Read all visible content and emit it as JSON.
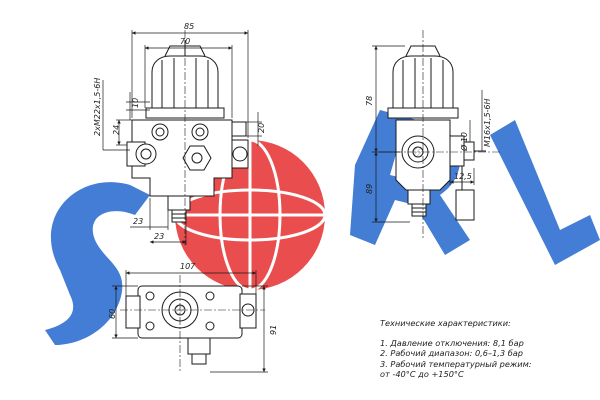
{
  "colors": {
    "watermark_blue": "#2f6fd0",
    "watermark_red": "#e83a3a",
    "line": "#1a1a1a",
    "hatch": "#555555"
  },
  "dimensions": {
    "d85": "85",
    "d70": "70",
    "d10": "10",
    "d24": "24",
    "d20": "20",
    "thread_side": "2хМ22х1,5-6Н",
    "d23a": "23",
    "d23b": "23",
    "d78": "78",
    "d89": "89",
    "d10dia": "Ø 10",
    "thread_right": "М16х1,5-6Н",
    "d12_5": "12,5",
    "d107": "107",
    "d60": "60",
    "d91": "91"
  },
  "specs": {
    "heading": "Технические характеристики:",
    "items": [
      "1. Давление отключения: 8,1 бар",
      "2. Рабочий диапазон: 0,6–1,3 бар",
      "3. Рабочий температурный режим:",
      "от -40°С до +150°С"
    ]
  }
}
